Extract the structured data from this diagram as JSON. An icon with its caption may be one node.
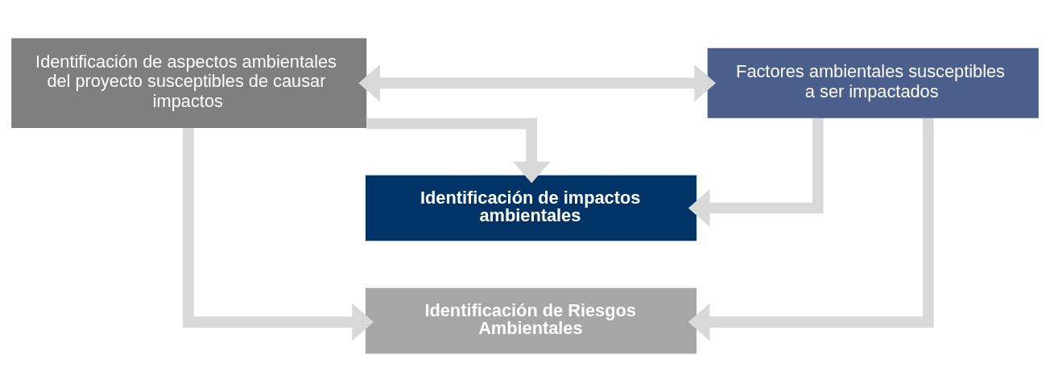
{
  "diagram": {
    "nodes": [
      {
        "text": [
          "Identificación de aspectos ambientales del proyecto susceptibles de causar impactos"
        ]
      },
      {
        "text": [
          "Factores ambientales susceptibles a ser impactados"
        ]
      },
      {
        "text": [
          "Identificación de impactos ambientales"
        ]
      },
      {
        "text": [
          "Identificación de Riesgos Ambientales"
        ]
      }
    ],
    "edges": [
      {
        "from": 0,
        "to": 1,
        "arrow": "both"
      },
      {
        "from": 0,
        "to": 2,
        "arrow": "to"
      },
      {
        "from": 0,
        "to": 3,
        "arrow": "to"
      },
      {
        "from": 1,
        "to": 2,
        "arrow": "to"
      },
      {
        "from": 1,
        "to": 3,
        "arrow": "to"
      }
    ]
  }
}
